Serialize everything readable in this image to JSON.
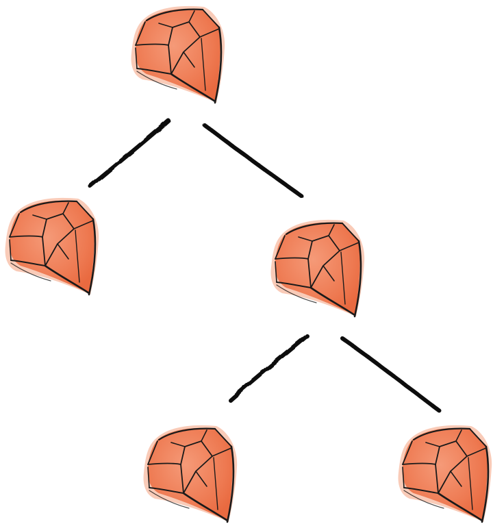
{
  "diagram": {
    "kind": "binary-tree",
    "node_icon": "ruby-gem-icon",
    "colors": {
      "gem_fill": "#ee7a52",
      "gem_fill_light": "#f59a78",
      "gem_wash": "#f7b9a0",
      "ink": "#111111"
    },
    "nodes": [
      {
        "id": "root",
        "icon": "ruby-gem-icon"
      },
      {
        "id": "left-child",
        "icon": "ruby-gem-icon"
      },
      {
        "id": "right-child",
        "icon": "ruby-gem-icon"
      },
      {
        "id": "right-left-grandchild",
        "icon": "ruby-gem-icon"
      },
      {
        "id": "right-right-grandchild",
        "icon": "ruby-gem-icon"
      }
    ],
    "edges": [
      {
        "from": "root",
        "to": "left-child"
      },
      {
        "from": "root",
        "to": "right-child"
      },
      {
        "from": "right-child",
        "to": "right-left-grandchild"
      },
      {
        "from": "right-child",
        "to": "right-right-grandchild"
      }
    ]
  }
}
